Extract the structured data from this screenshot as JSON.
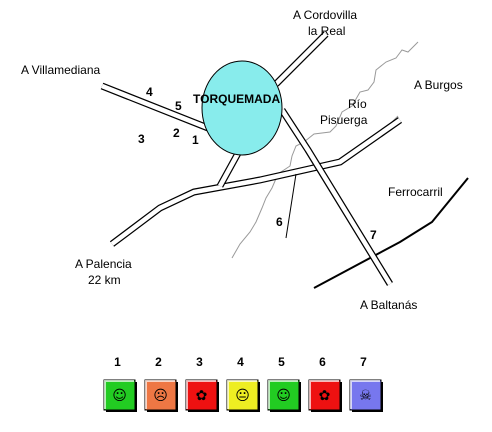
{
  "map": {
    "town": "TORQUEMADA",
    "destinations": {
      "cordovilla_line1": "A  Cordovilla",
      "cordovilla_line2": "la Real",
      "villamediana": "A  Villamediana",
      "burgos": "A  Burgos",
      "palencia_line1": "A  Palencia",
      "palencia_line2": "22 km",
      "baltanas": "A  Baltanás"
    },
    "features": {
      "river_line1": "Río",
      "river_line2": "Pisuerga",
      "railway": "Ferrocarril"
    },
    "points": [
      "1",
      "2",
      "3",
      "4",
      "5",
      "6",
      "7"
    ]
  },
  "legend": [
    {
      "number": "1",
      "color": "#22cc22",
      "icon": "smiley-face-icon",
      "glyph": "☺"
    },
    {
      "number": "2",
      "color": "#ee7744",
      "icon": "frowning-face-icon",
      "glyph": "☹"
    },
    {
      "number": "3",
      "color": "#ee1111",
      "icon": "wilted-flower-icon",
      "glyph": "✿"
    },
    {
      "number": "4",
      "color": "#eeee22",
      "icon": "neutral-face-icon",
      "glyph": "😐"
    },
    {
      "number": "5",
      "color": "#22cc22",
      "icon": "smiley-face-icon",
      "glyph": "☺"
    },
    {
      "number": "6",
      "color": "#ee1111",
      "icon": "wilted-flower-icon",
      "glyph": "✿"
    },
    {
      "number": "7",
      "color": "#7777ee",
      "icon": "skull-crossbones-icon",
      "glyph": "☠"
    }
  ]
}
